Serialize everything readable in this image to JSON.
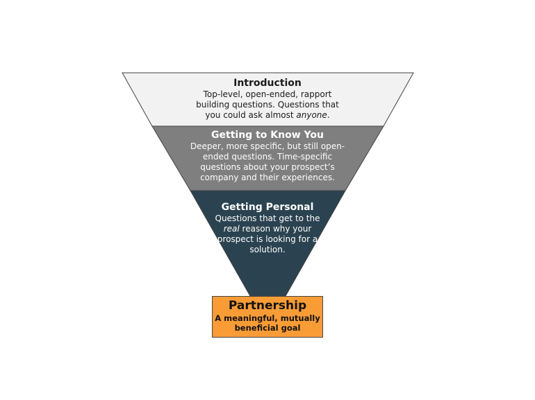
{
  "funnel": {
    "stages": [
      {
        "title": "Introduction",
        "desc_1": "Top-level, open-ended, rapport building questions. Questions that you could ask almost ",
        "desc_italic": "anyone",
        "desc_2": ".",
        "fill": "#f2f2f2",
        "text_color": "#1a1a1a"
      },
      {
        "title": "Getting to Know You",
        "desc": "Deeper, more specific, but still open-ended questions. Time-specific questions about your prospect’s company and their experiences.",
        "fill": "#7f7f7f",
        "text_color": "#ffffff"
      },
      {
        "title": "Getting Personal",
        "desc_1": "Questions that get to the ",
        "desc_italic": "real",
        "desc_2": " reason why your prospect is looking for a solution.",
        "fill": "#2b4350",
        "text_color": "#ffffff"
      }
    ],
    "goal": {
      "title": "Partnership",
      "subtitle": "A meaningful, mutually beneficial goal",
      "fill": "#f99c36"
    },
    "outline_color": "#404040"
  }
}
